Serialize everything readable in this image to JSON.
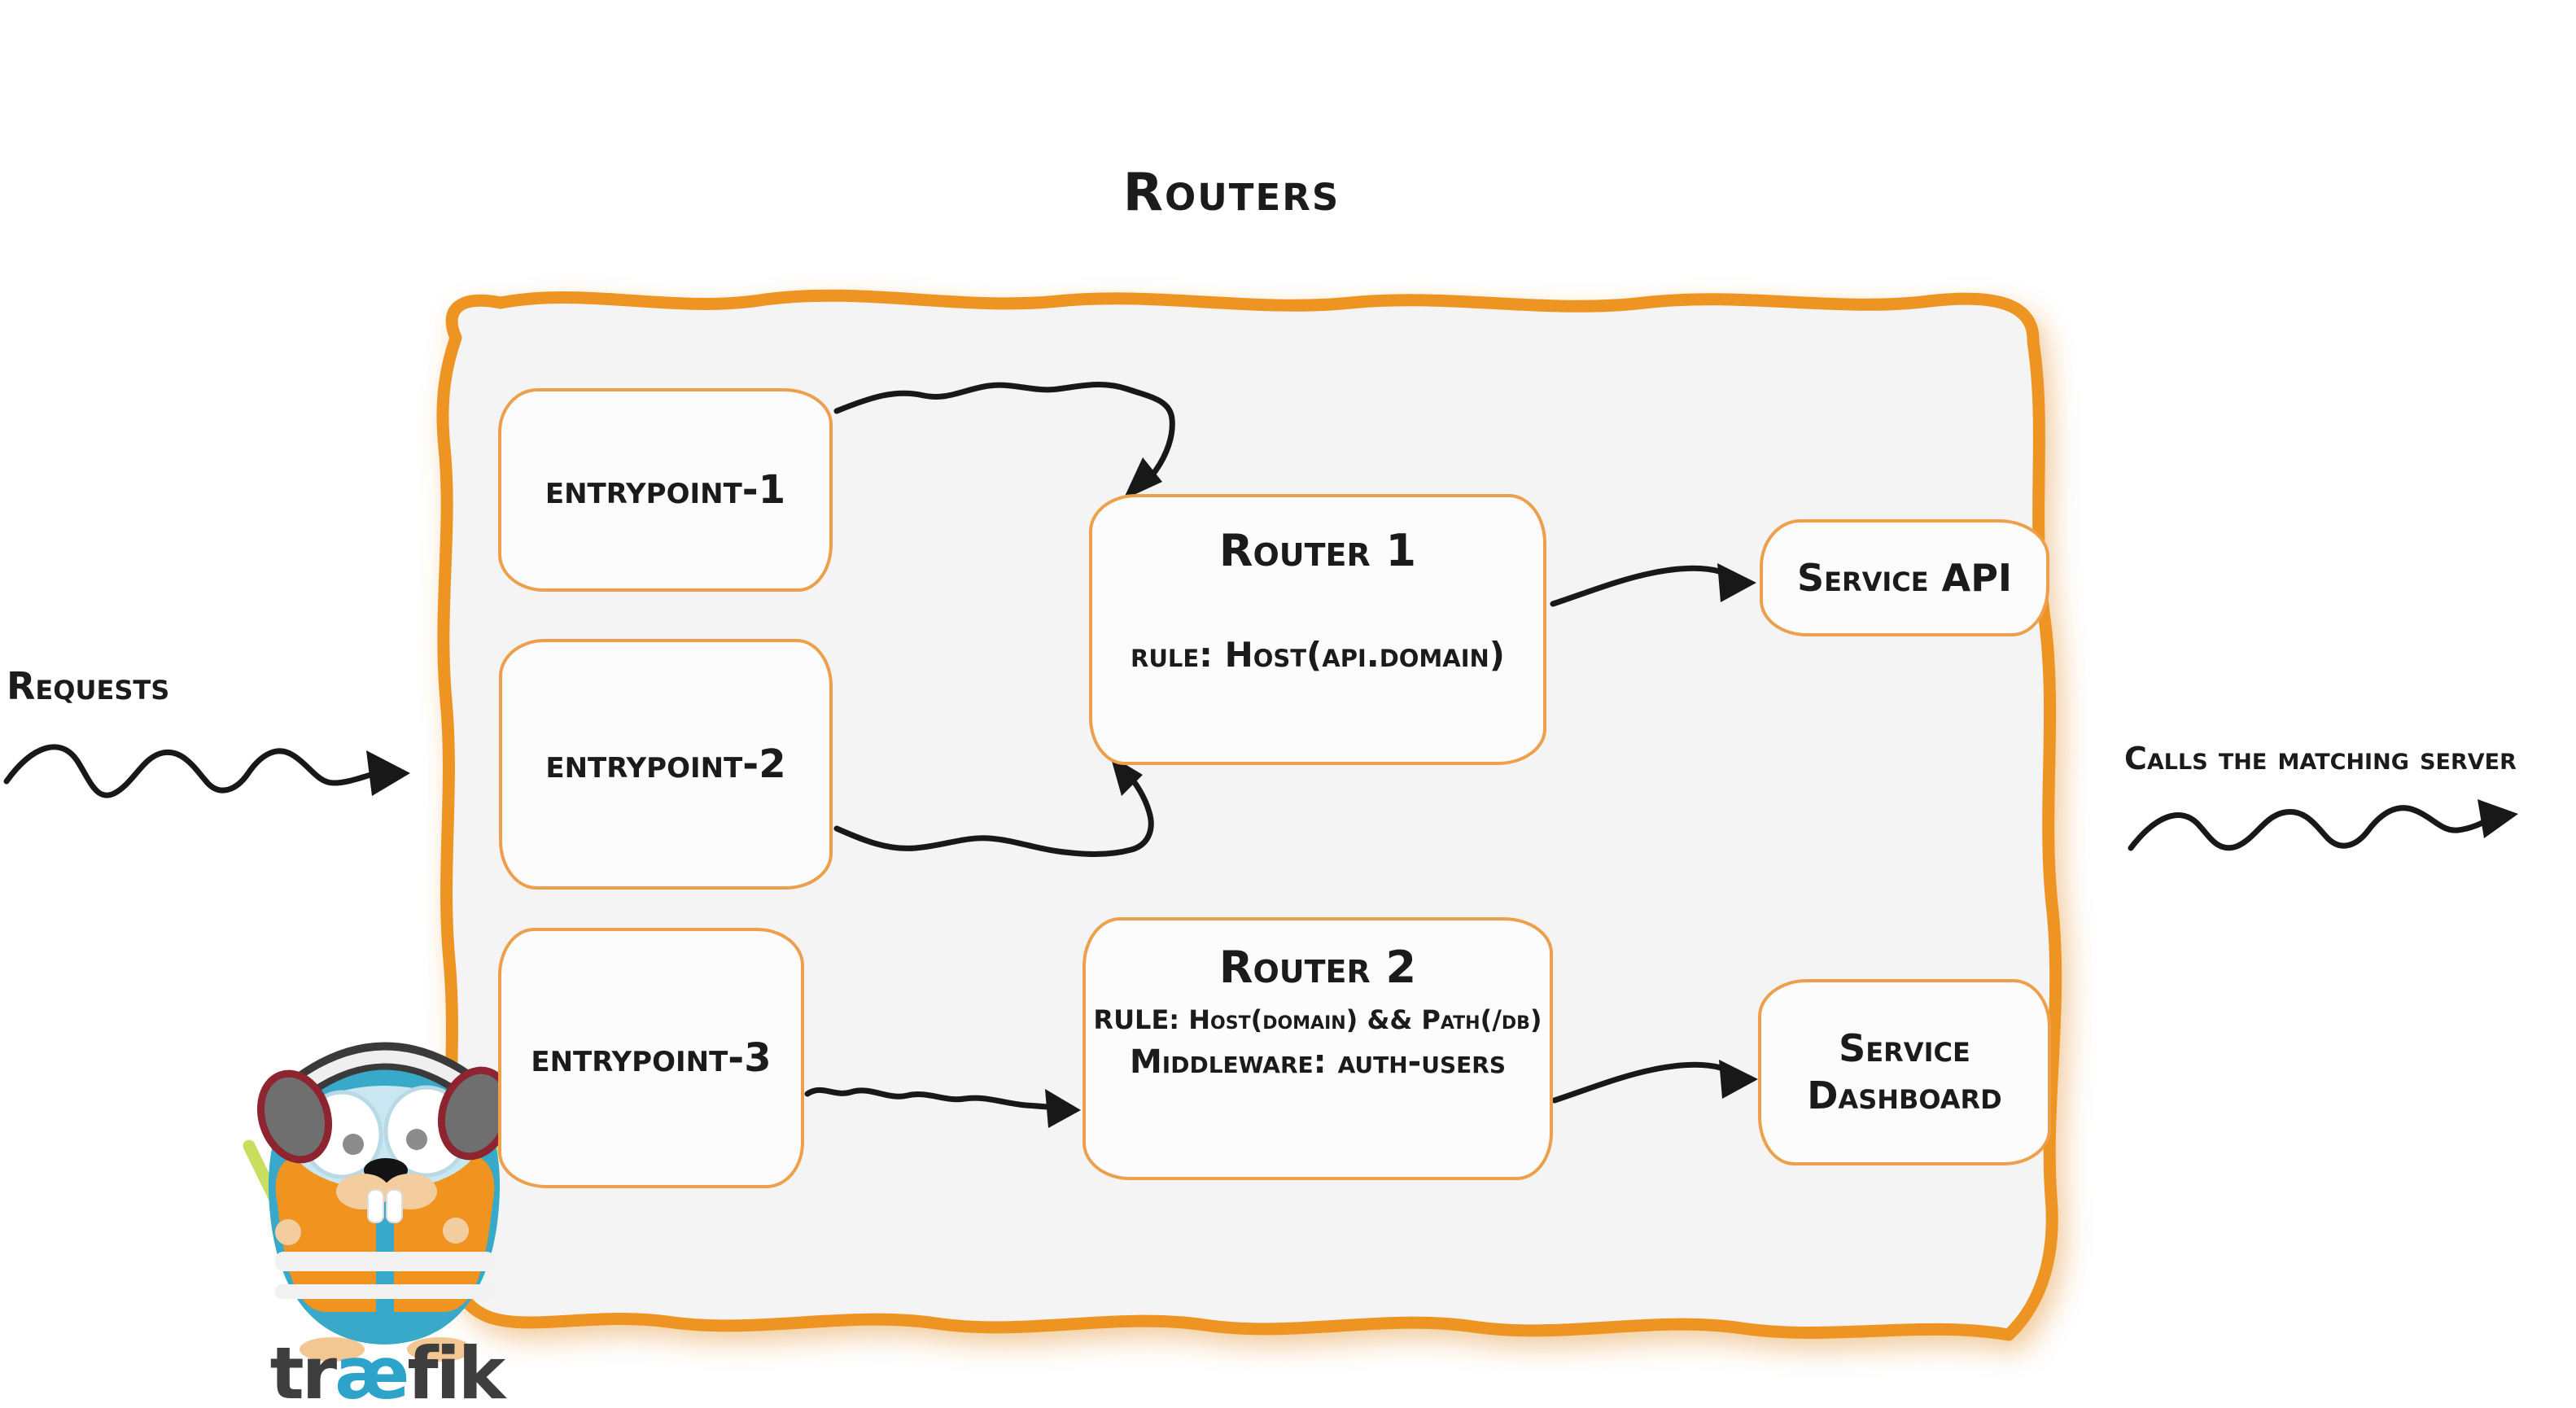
{
  "title": "Routers",
  "outside_labels": {
    "requests": "Requests",
    "calls": "Calls the matching server"
  },
  "entrypoints": [
    {
      "label": "entrypoint-1"
    },
    {
      "label": "entrypoint-2"
    },
    {
      "label": "entrypoint-3"
    }
  ],
  "routers": [
    {
      "title": "Router 1",
      "rule": "rule: Host(api.domain)"
    },
    {
      "title": "Router 2",
      "rule": "RULE: Host(domain) && Path(/db)",
      "middleware": "Middleware: auth-users"
    }
  ],
  "services": [
    {
      "label": "Service API"
    },
    {
      "label_line1": "Service",
      "label_line2": "Dashboard"
    }
  ],
  "logo": {
    "pre": "tr",
    "ae": "æ",
    "post": "fik"
  },
  "colors": {
    "panel_border": "#EE9422",
    "box_border": "#EDA04C",
    "panel_fill": "#F4F4F4",
    "box_fill": "#FCFCFC",
    "text": "#1B1B1B",
    "arrow": "#181818",
    "gopher_blue": "#38A9C8",
    "vest_orange": "#F0931F",
    "stick_green": "#C8DE5F",
    "logo_gray": "#3E3E3E",
    "logo_blue": "#2EA3C9"
  }
}
